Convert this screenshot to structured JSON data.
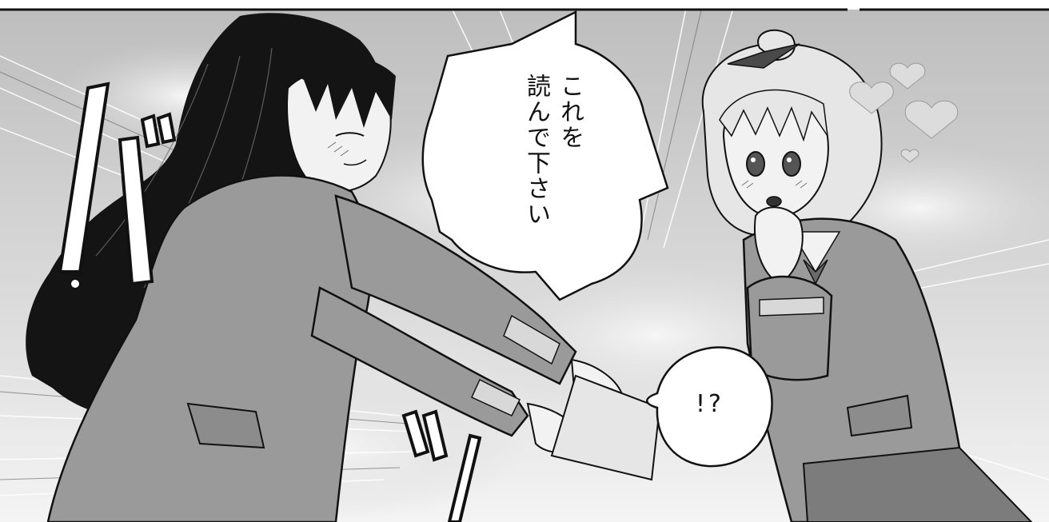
{
  "panel": {
    "speech_main_col1": "これを",
    "speech_main_col2": "読んで下さい",
    "speech_reaction": "!?"
  },
  "sfx": {
    "left": "バ",
    "bottom": "ッ"
  },
  "colors": {
    "ink": "#111111",
    "sky": "#cfcfcf",
    "cloud": "#e8e8e8",
    "blazer": "#9a9a9a",
    "skin": "#f2f2f2",
    "hair_dark": "#141414",
    "hair_light": "#e6e6e6"
  }
}
